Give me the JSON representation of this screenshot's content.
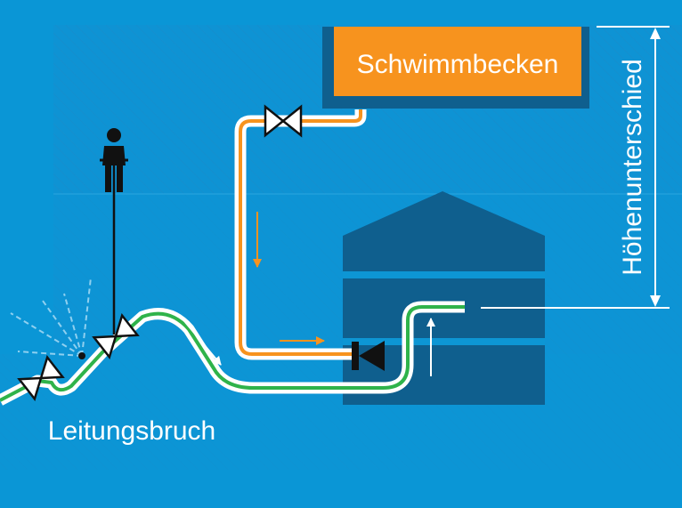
{
  "labels": {
    "pool": "Schwimmbecken",
    "height_difference": "Höhenunterschied",
    "pipe_break": "Leitungsbruch"
  },
  "colors": {
    "background": "#0a96d6",
    "hatch_band": "#1292d2",
    "tank": "#0f5f8e",
    "pool": "#f7931e",
    "pipe_green": "#2fb34a",
    "pipe_orange": "#f7931e",
    "white": "#ffffff",
    "dark": "#111111"
  }
}
